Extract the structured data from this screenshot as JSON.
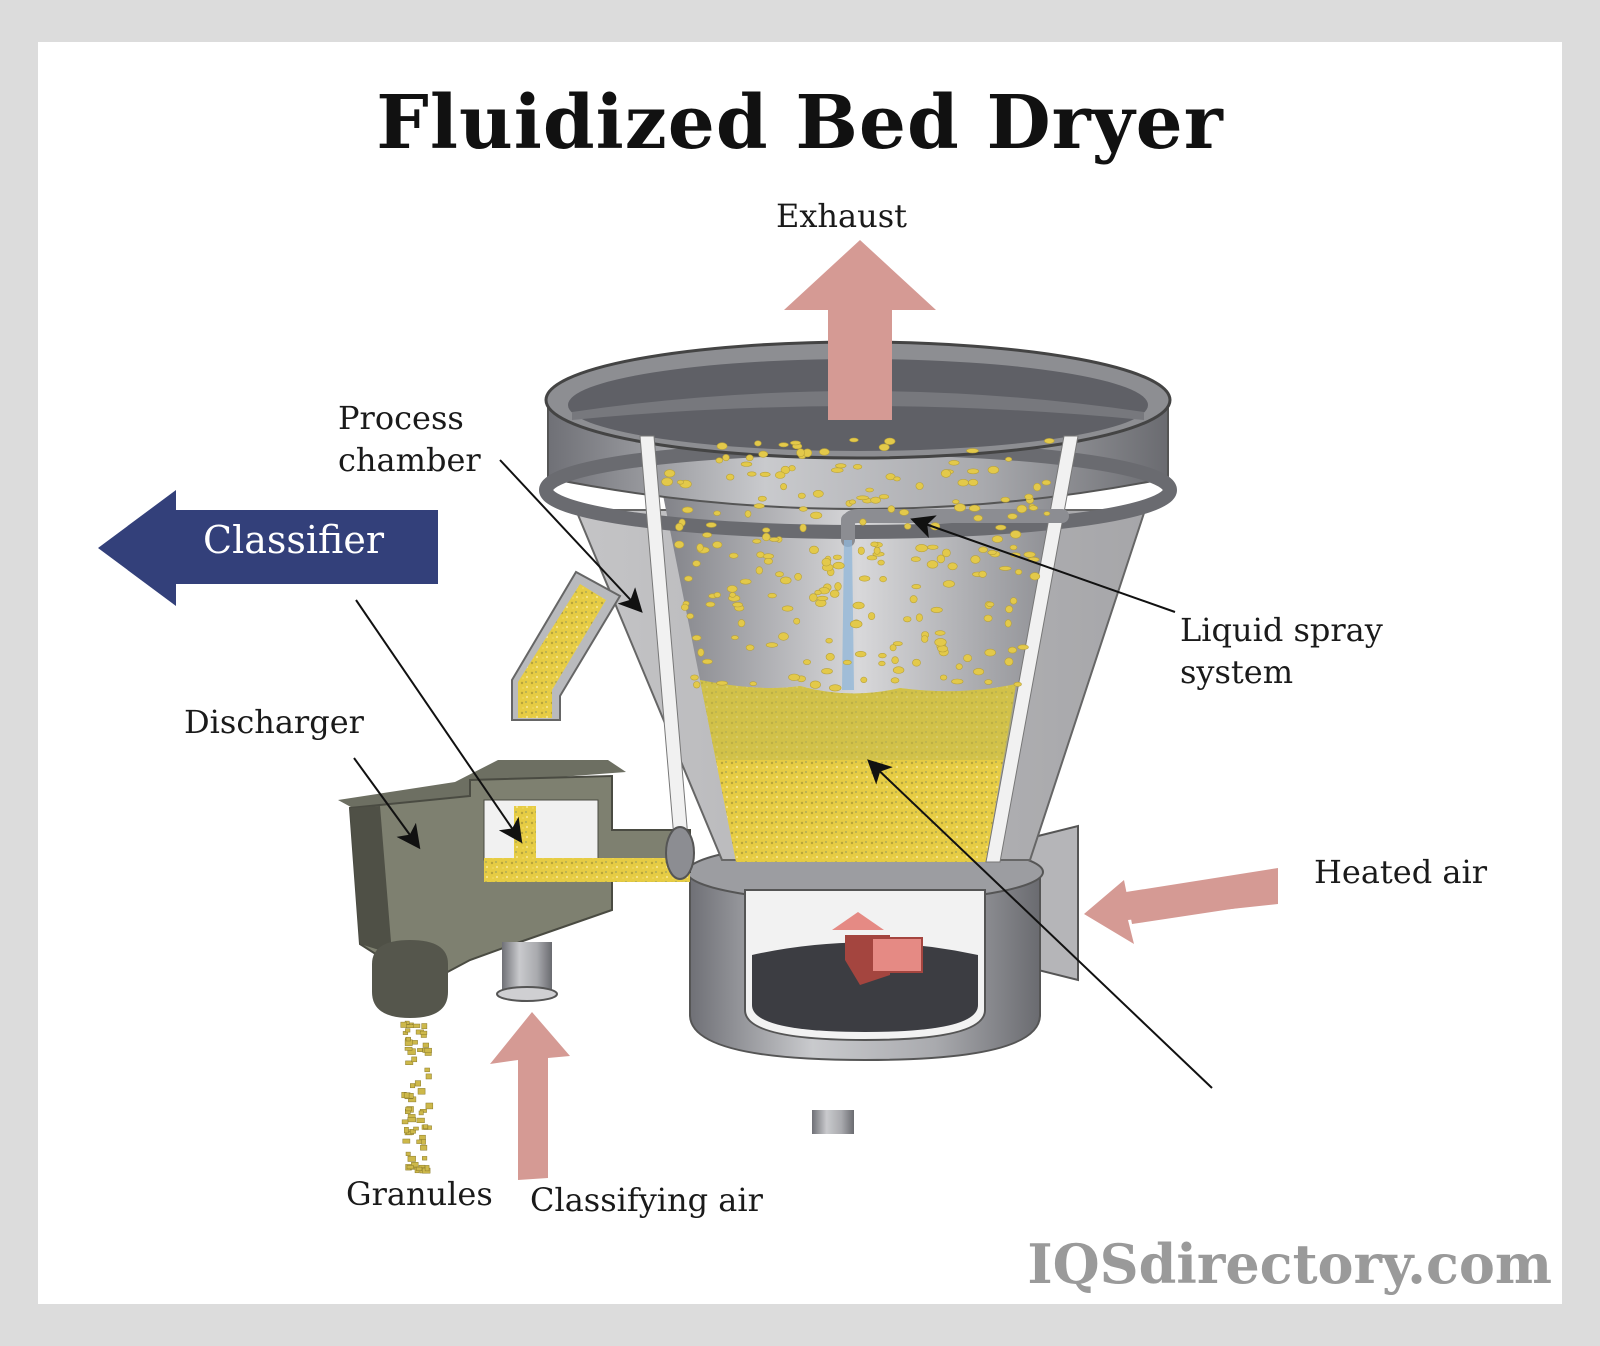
{
  "title": "Fluidized Bed Dryer",
  "labels": {
    "exhaust": "Exhaust",
    "process_chamber_line1": "Process",
    "process_chamber_line2": "chamber",
    "classifier": "Classifier",
    "discharger": "Discharger",
    "liquid_spray_line1": "Liquid spray",
    "liquid_spray_line2": "system",
    "heated_air": "Heated air",
    "granules": "Granules",
    "classifying_air": "Classifying air"
  },
  "watermark": "IQSdirectory.com",
  "colors": {
    "air_arrow": "#d59a94",
    "classifier_arrow": "#33407a",
    "granule": "#e3c94a",
    "metal": "#9a9ba0",
    "discharger": "#7e8070"
  }
}
